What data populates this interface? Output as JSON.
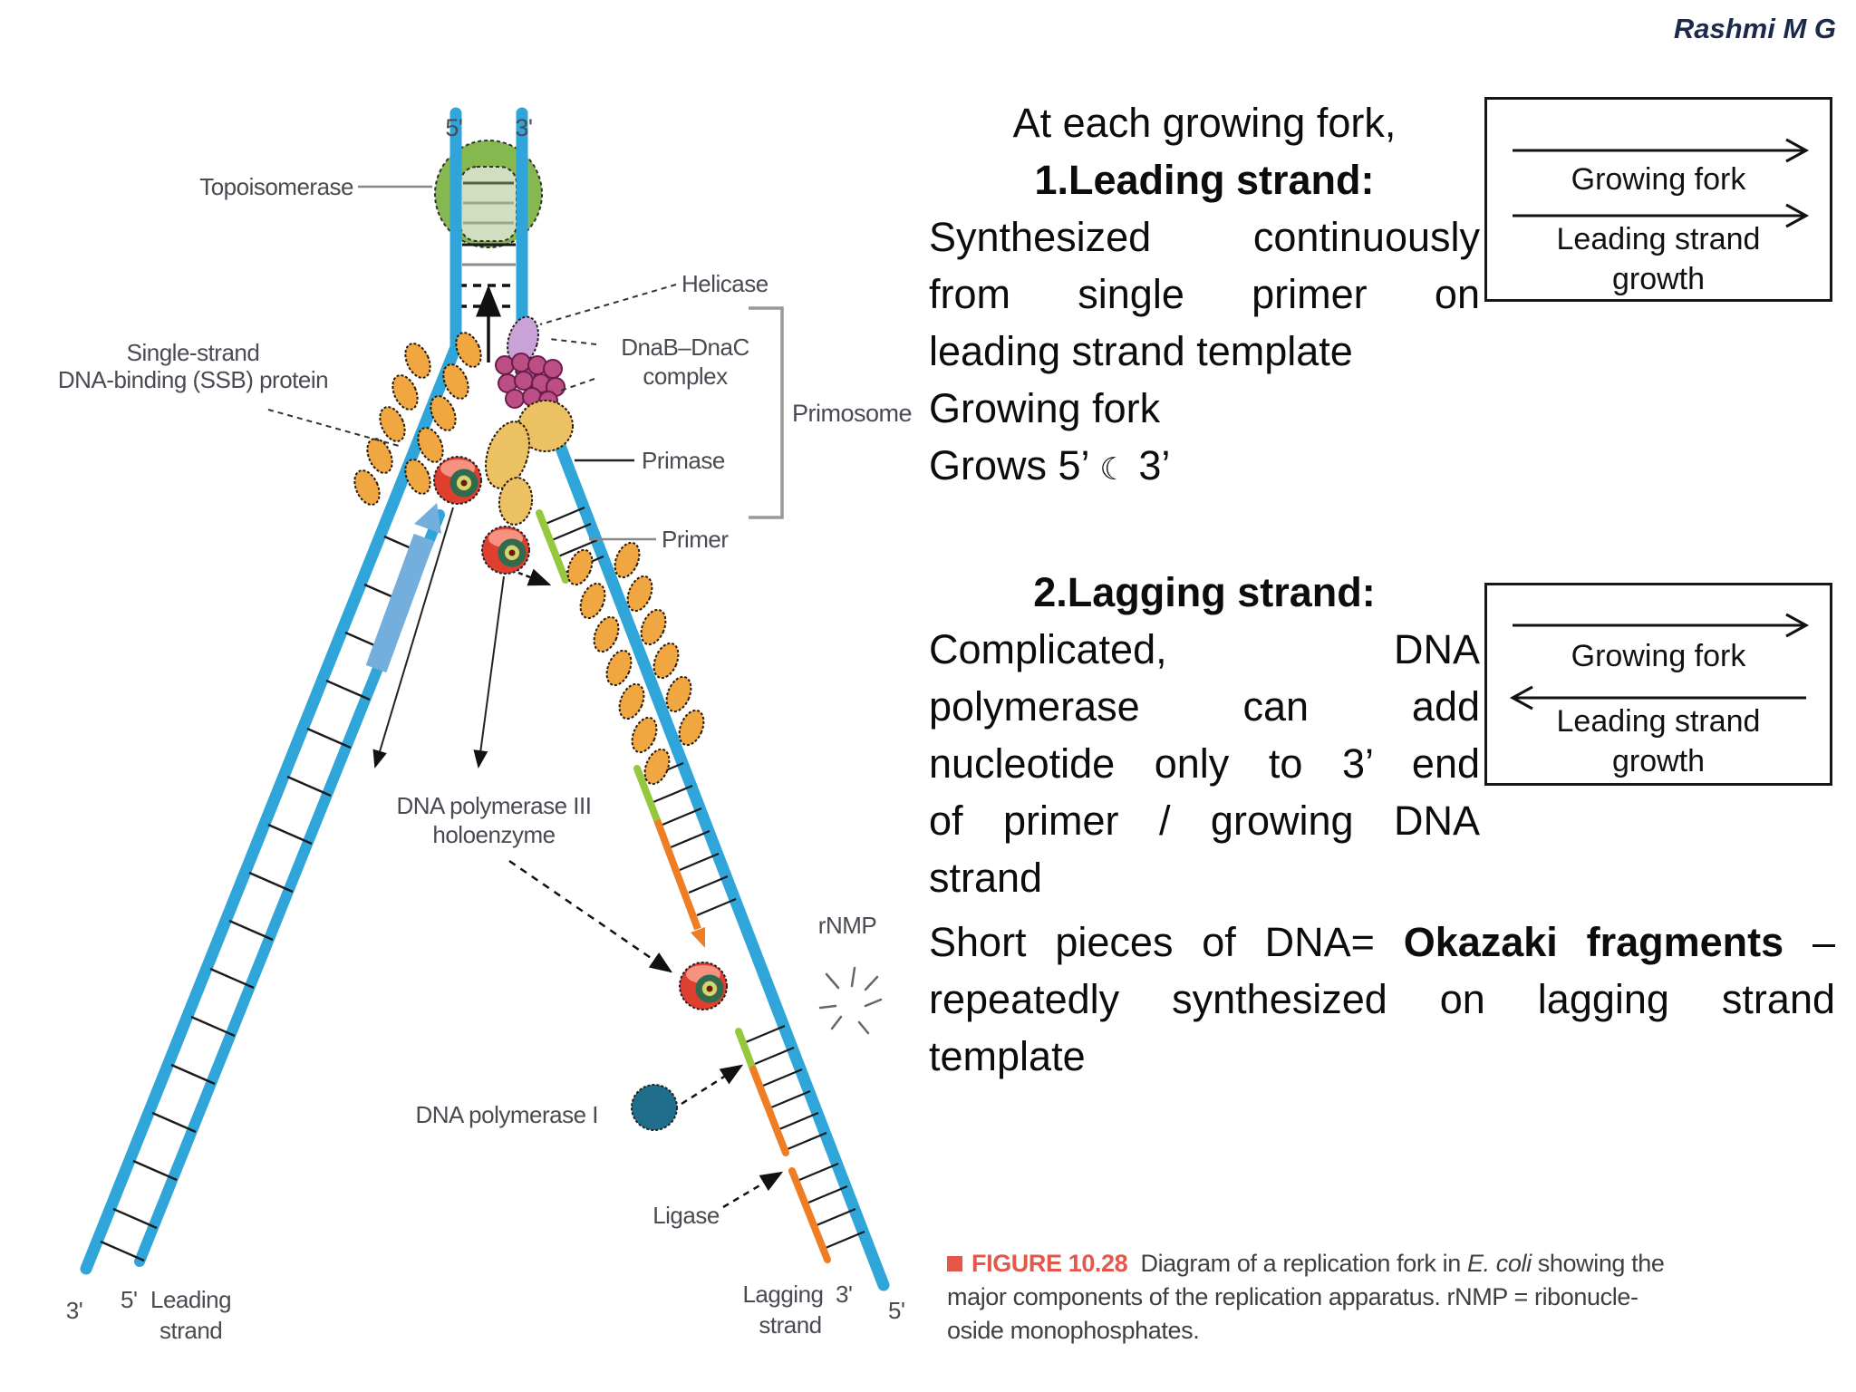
{
  "slide": {
    "author": "Rashmi M G",
    "background": "#ffffff"
  },
  "diagram": {
    "strand_ends": {
      "top_left": "5'",
      "top_right": "3'",
      "bottom_left_outer": "3'",
      "bottom_left_inner": "5'",
      "bottom_right_fragment": "3'",
      "bottom_right_template": "5'"
    },
    "labels": {
      "topoisomerase": "Topoisomerase",
      "helicase": "Helicase",
      "dnab_dnac_line1": "DnaB–DnaC",
      "dnab_dnac_line2": "complex",
      "primase": "Primase",
      "primosome": "Primosome",
      "primer": "Primer",
      "ssb_line1": "Single-strand",
      "ssb_line2": "DNA-binding (SSB) protein",
      "pol3_line1": "DNA polymerase III",
      "pol3_line2": "holoenzyme",
      "rnmp": "rNMP",
      "pol1": "DNA polymerase I",
      "ligase": "Ligase",
      "leading_word1": "Leading",
      "leading_word2": "strand",
      "lagging_word1": "Lagging",
      "lagging_word2": "strand"
    },
    "colors": {
      "strand_blue": "#2fa5d9",
      "arrow_blue": "#74aedc",
      "topoisomerase_green": "#85b84f",
      "ssb_orange": "#f0a742",
      "helicase_lavender": "#c9a3d8",
      "dnab_magenta": "#bc4e86",
      "primase_tan": "#ecc163",
      "pol3_red": "#df3f2e",
      "pol1_teal": "#1e6e8c",
      "primer_green": "#96c83e",
      "okazaki_orange": "#ee7d23"
    }
  },
  "notes": {
    "intro": "At each growing fork,",
    "leading_heading": "1.Leading strand:",
    "leading_lines": [
      "Synthesized continuously",
      "from single primer on",
      "leading strand template"
    ],
    "leading_fork_line": "Growing fork",
    "grows_prefix": "Grows 5’ ",
    "grows_symbol": "☾",
    "grows_suffix": " 3’",
    "lagging_heading": "2.Lagging strand:",
    "lagging_lines": [
      "Complicated, DNA",
      "polymerase can add",
      "nucleotide only to 3’ end",
      "of primer / growing DNA",
      "strand"
    ],
    "okazaki_line1_pre": "Short pieces of DNA= ",
    "okazaki_line1_bold": "Okazaki fragments",
    "okazaki_line1_post": " –",
    "okazaki_line2": "repeatedly synthesized on lagging strand",
    "okazaki_line3": "template"
  },
  "growth_boxes": [
    {
      "top_label": "Growing fork",
      "top_arrow": "right",
      "bottom_label_line1": "Leading strand",
      "bottom_label_line2": "growth",
      "bottom_arrow": "right"
    },
    {
      "top_label": "Growing fork",
      "top_arrow": "right",
      "bottom_label_line1": "Leading strand",
      "bottom_label_line2": "growth",
      "bottom_arrow": "left"
    }
  ],
  "caption": {
    "figure_label": "FIGURE 10.28",
    "line1_text": "Diagram of a replication fork in ",
    "line1_italic": "E. coli",
    "line1_end": " showing the",
    "line2": "major components of the replication apparatus. rNMP = ribonucle-",
    "line3": "oside monophosphates.",
    "accent": "#e4574b"
  }
}
